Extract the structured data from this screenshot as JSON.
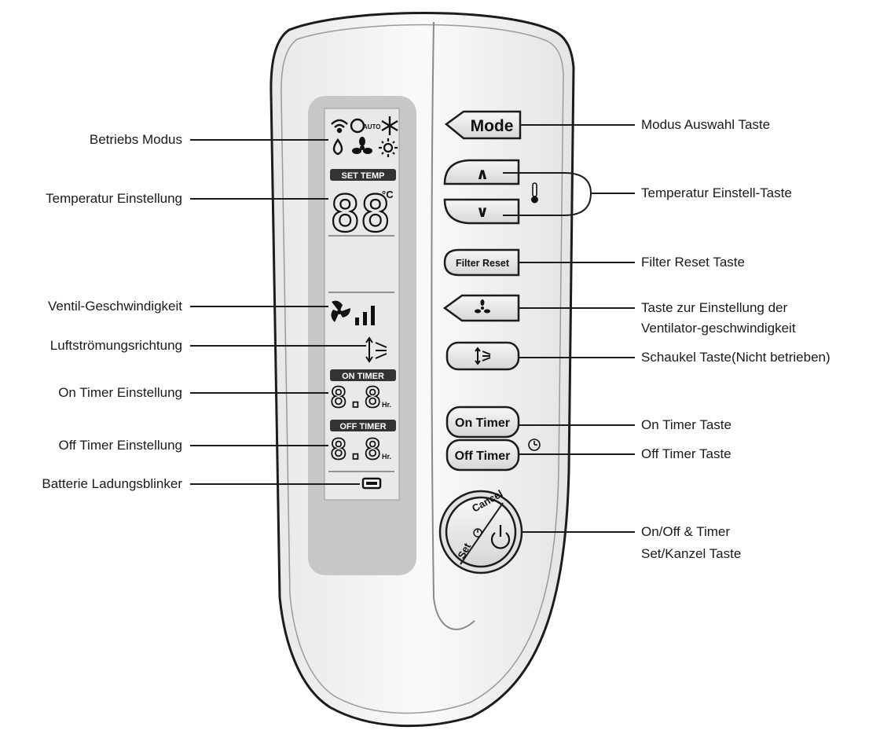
{
  "left_labels": {
    "operation_mode": "Betriebs Modus",
    "temp_setting": "Temperatur Einstellung",
    "fan_speed": "Ventil-Geschwindigkeit",
    "air_direction": "Luftströmungsrichtung",
    "on_timer_setting": "On Timer Einstellung",
    "off_timer_setting": "Off Timer Einstellung",
    "battery_indicator": "Batterie Ladungsblinker"
  },
  "right_labels": {
    "mode_button": "Modus Auswahl Taste",
    "temp_buttons": "Temperatur Einstell-Taste",
    "filter_reset": "Filter Reset Taste",
    "fan_button_line1": "Taste zur Einstellung der",
    "fan_button_line2": "Ventilator-geschwindigkeit",
    "swing_button": "Schaukel Taste(Nicht betrieben)",
    "on_timer_button": "On Timer Taste",
    "off_timer_button": "Off Timer Taste",
    "power_line1": "On/Off & Timer",
    "power_line2": "Set/Kanzel Taste"
  },
  "display": {
    "set_temp": "SET TEMP",
    "temp_digits": "88",
    "temp_unit": "°C",
    "on_timer": "ON TIMER",
    "off_timer": "OFF TIMER",
    "timer_digits": "8.8",
    "hr_unit": "Hr.",
    "auto_tag": "AUTO"
  },
  "buttons": {
    "mode": "Mode",
    "up": "∧",
    "down": "∨",
    "filter_reset": "Filter Reset",
    "on_timer": "On Timer",
    "off_timer": "Off Timer",
    "set": "Set",
    "cancel": "Cancel"
  },
  "colors": {
    "body": "#f4f4f4",
    "display_bezel": "#c7c7c7",
    "lcd": "#e9e9e9",
    "button": "#ececec",
    "outline": "#1c1c1c"
  },
  "icons": [
    "wifi-icon",
    "auto-icon",
    "snowflake-icon",
    "dry-icon",
    "fan-icon",
    "sun-icon",
    "thermometer-icon",
    "swing-icon",
    "clock-icon",
    "power-icon",
    "battery-icon"
  ]
}
